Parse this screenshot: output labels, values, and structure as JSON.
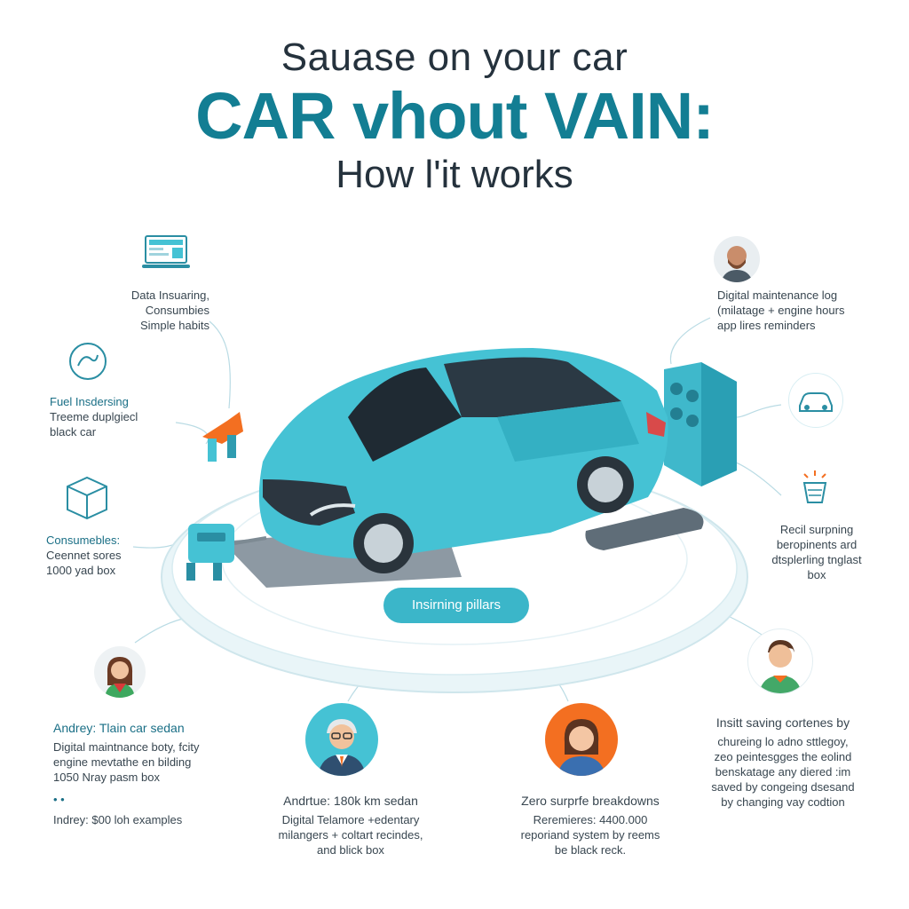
{
  "title": {
    "line1": "Sauase on your car",
    "line2": "CAR vhout VAIN:",
    "line3": "How l'it works"
  },
  "center_pill": "Insirning pillars",
  "left_labels": {
    "data": [
      "Data Insuaring,",
      "Consumbies",
      "Simple habits"
    ],
    "fuel": [
      "Fuel Insdersing",
      "Treeme duplgiecl",
      "black car"
    ],
    "consumables": [
      "Consumebles:",
      "Ceennet sores",
      "1000 yad box"
    ]
  },
  "right_labels": {
    "maintenance": [
      "Digital maintenance log",
      "(milatage + engine hours",
      "app lires reminders"
    ],
    "recil": [
      "Recil surpning",
      "beropinents ard",
      "dtsplerling tnglast",
      "box"
    ]
  },
  "persona_left": {
    "heading": "Andrey: Tlain car sedan",
    "lines": [
      "Digital maintnance boty, fcity",
      "engine mevtathe en bilding",
      "1050 Nray pasm box"
    ],
    "dots": "• •",
    "footer": "Indrey: $00 loh examples"
  },
  "persona_center": {
    "heading": "Andrtue: 180k km sedan",
    "lines": [
      "Digital Telamore +edentary",
      "milangers + coltart recindes,",
      "and blick box"
    ]
  },
  "persona_zero": {
    "heading": "Zero surprfe breakdowns",
    "lines": [
      "Reremieres: 4400.000",
      "reporiand system by reems",
      "be black reck."
    ]
  },
  "persona_right": {
    "heading": "Insitt saving cortenes by",
    "lines": [
      "chureing lo adno sttlegoy,",
      "zeo peintesgges the eolind",
      "benskatage any diered :im",
      "saved by congeing dsesand",
      "by changing vay codtion"
    ]
  },
  "icons": [
    "laptop-icon",
    "gauge-icon",
    "box-icon",
    "person-avatar-icon",
    "car-outline-icon",
    "filter-cup-icon",
    "woman-avatar-icon",
    "older-man-avatar-icon",
    "girl-avatar-icon",
    "young-man-avatar-icon"
  ],
  "colors": {
    "teal_dark": "#137e93",
    "car_teal": "#45c2d4",
    "accent_orange": "#f36f21",
    "text_dark": "#25323d"
  }
}
